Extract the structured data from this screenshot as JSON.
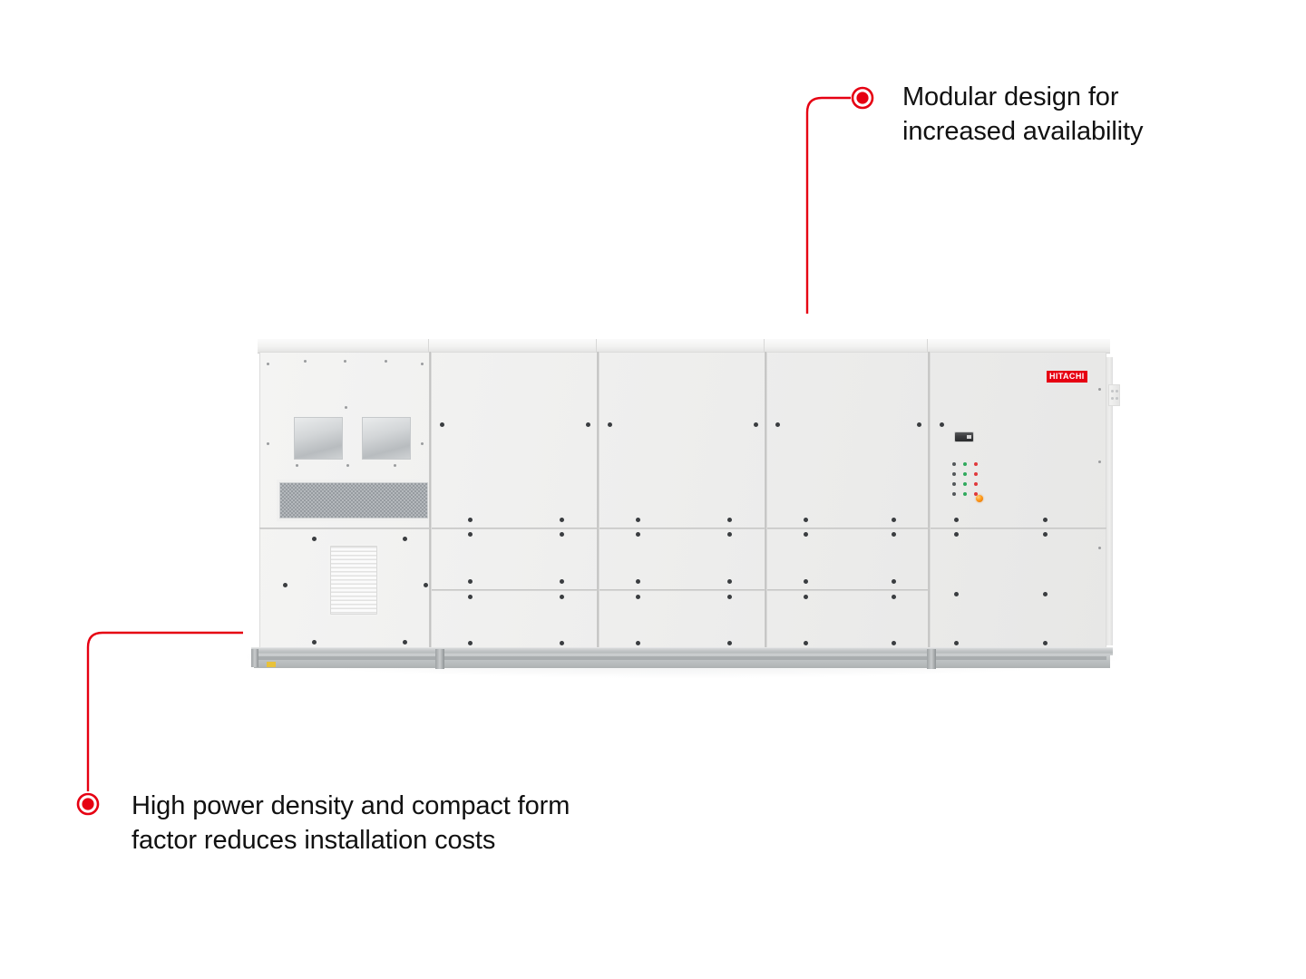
{
  "page": {
    "background_color": "#ffffff",
    "accent_color": "#e60012"
  },
  "callouts": [
    {
      "id": "modular-design",
      "text": "Modular design for\nincreased availability",
      "marker": "bullet-dot-icon",
      "marker_color": "#e60012",
      "position": "top-right"
    },
    {
      "id": "power-density",
      "text": "High power density and compact form\nfactor reduces installation costs",
      "marker": "bullet-dot-icon",
      "marker_color": "#e60012",
      "position": "bottom-left"
    }
  ],
  "product": {
    "name": "power-conversion-cabinet",
    "brand_logo": {
      "text": "HITACHI",
      "background_color": "#e60012",
      "text_color": "#ffffff"
    },
    "cabinet_color": "#efefee",
    "bays": [
      {
        "id": "bay-1",
        "label": "service-bay",
        "features": [
          "window-panel",
          "window-panel",
          "mesh-grille",
          "louver-vent"
        ]
      },
      {
        "id": "bay-2",
        "label": "converter-bay",
        "features": [
          "upper-door",
          "mid-door",
          "lower-door"
        ]
      },
      {
        "id": "bay-3",
        "label": "converter-bay",
        "features": [
          "upper-door",
          "mid-door",
          "lower-door"
        ]
      },
      {
        "id": "bay-4",
        "label": "converter-bay",
        "features": [
          "upper-door",
          "mid-door",
          "lower-door"
        ]
      },
      {
        "id": "bay-5",
        "label": "control-bay",
        "features": [
          "hmi-display",
          "led-indicator-array",
          "amber-status-led",
          "brand-logo"
        ]
      }
    ],
    "control_panel": {
      "display": "hmi-display",
      "led_rows": 4,
      "led_columns": 3,
      "led_colors": [
        "#53575a",
        "#2faa5c",
        "#e0393b"
      ],
      "status_led_color": "#ff9b1a"
    },
    "base": {
      "type": "galvanized-steel-plinth",
      "marker_color": "#e8c23a"
    }
  }
}
